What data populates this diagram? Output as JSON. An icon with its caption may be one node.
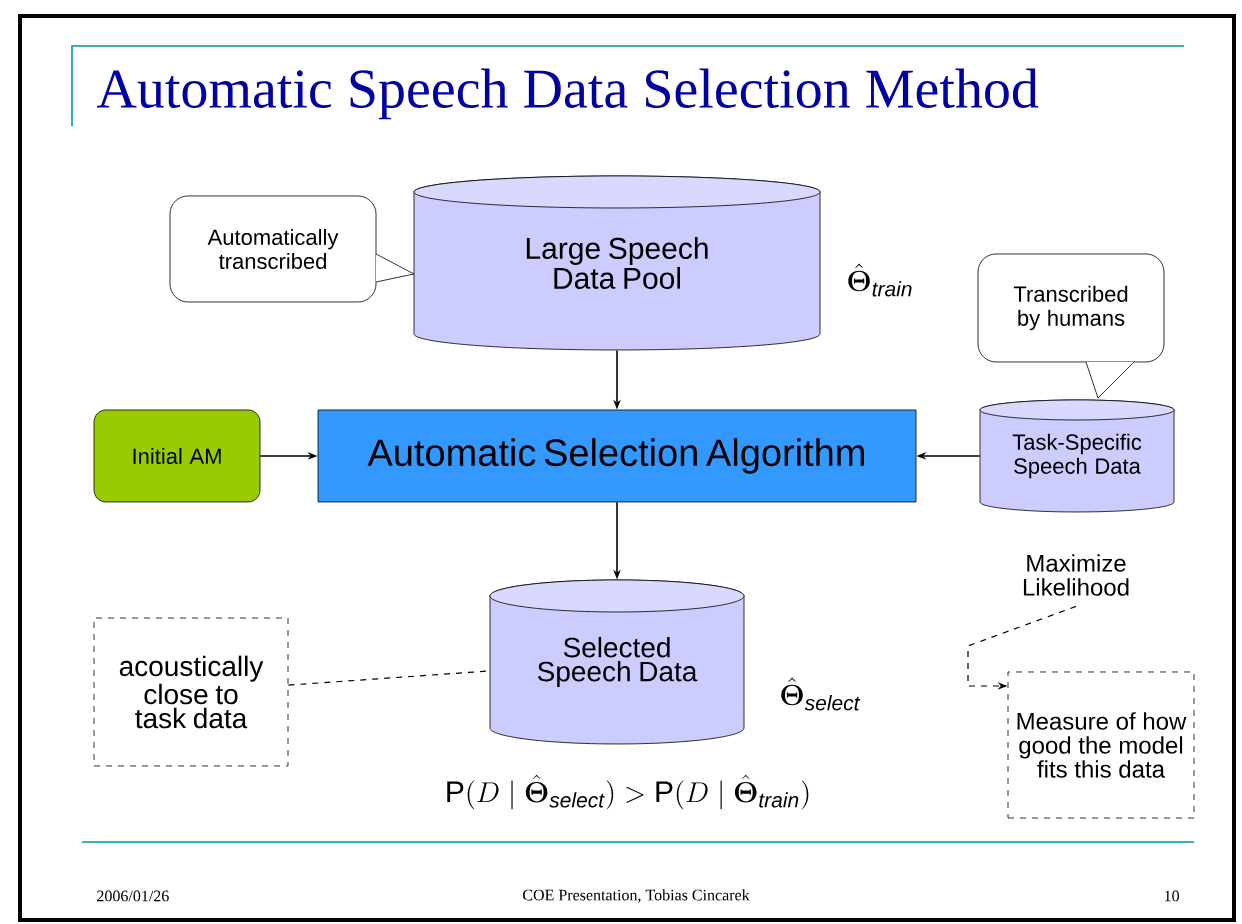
{
  "diagram": {
    "title": "Automatic Speech Data Selection Method",
    "nodes": [
      {
        "text": [
          "Large Speech Data Pool"
        ]
      },
      {
        "text": [
          "Automatically transcribed"
        ]
      },
      {
        "text": [
          "Initial AM"
        ]
      },
      {
        "text": [
          "Automatic Selection Algorithm"
        ]
      },
      {
        "text": [
          "Task-Specific Speech Data"
        ]
      },
      {
        "text": [
          "Transcribed by humans"
        ]
      },
      {
        "text": [
          "Selected Speech Data"
        ]
      },
      {
        "text": [
          "acoustically close to task data"
        ]
      },
      {
        "text": [
          "Measure of how good the model fits this data"
        ]
      },
      {
        "text": [
          "Maximize Likelihood"
        ]
      }
    ],
    "edges": [
      {
        "from": 0,
        "to": 3,
        "arrow": "to"
      },
      {
        "from": 2,
        "to": 3,
        "arrow": "to"
      },
      {
        "from": 4,
        "to": 3,
        "arrow": "to"
      },
      {
        "from": 3,
        "to": 6,
        "arrow": "to"
      },
      {
        "from": 7,
        "to": 6,
        "arrow": "none",
        "style": "dashed"
      },
      {
        "from": 9,
        "to": 8,
        "arrow": "to",
        "style": "dashed"
      }
    ],
    "labels": [
      "\\hat{\\boldsymbol{\\Theta}}_{\\mathit{train}}",
      "\\hat{\\boldsymbol{\\Theta}}_{\\mathit{select}}",
      "\\mathrm{P}(D\\mid\\hat{\\boldsymbol{\\Theta}}_{\\mathit{select}})>\\mathrm{P}(D\\mid\\hat{\\boldsymbol{\\Theta}}_{\\mathit{train}})",
      "2006/01/26",
      "COE  Presentation, Tobias Cincarek",
      "10"
    ]
  }
}
